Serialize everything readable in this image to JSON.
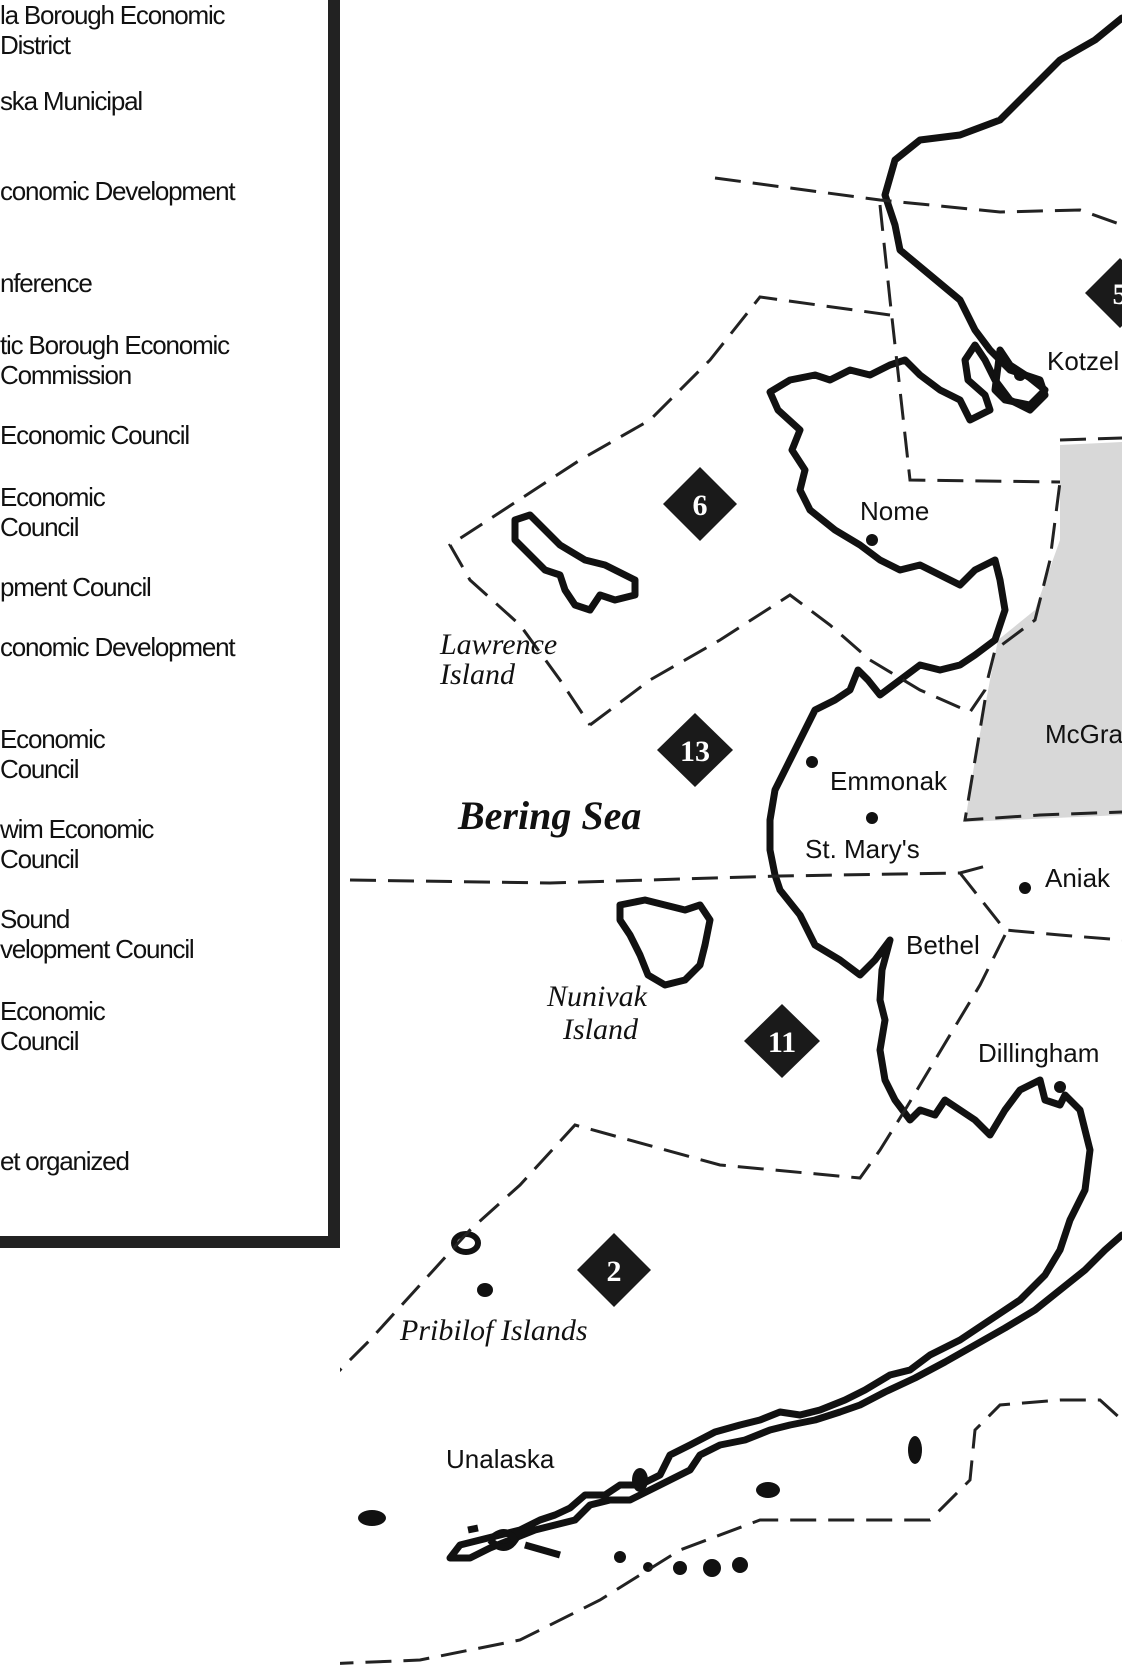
{
  "legend": {
    "items": [
      {
        "label": "la Borough Economic\n District"
      },
      {
        "label": "ska Municipal"
      },
      {
        "label": "conomic Development"
      },
      {
        "label": "nference"
      },
      {
        "label": "tic Borough Economic\n Commission"
      },
      {
        "label": "Economic Council"
      },
      {
        "label": " Economic\n Council"
      },
      {
        "label": "pment Council"
      },
      {
        "label": "conomic Development"
      },
      {
        "label": "Economic\n Council"
      },
      {
        "label": "wim Economic\n Council"
      },
      {
        "label": " Sound\nvelopment Council"
      },
      {
        "label": "Economic\n Council"
      },
      {
        "label": "et organized"
      }
    ]
  },
  "map": {
    "sea_label": "Bering Sea",
    "places": {
      "kotzebue": "Kotzel",
      "nome": "Nome",
      "mcgrath": "McGra",
      "emmonak": "Emmonak",
      "st_marys": "St. Mary's",
      "aniak": "Aniak",
      "bethel": "Bethel",
      "dillingham": "Dillingham",
      "unalaska": "Unalaska"
    },
    "islands": {
      "lawrence_line1": "Lawrence",
      "lawrence_line2": "Island",
      "nunivak_line1": "Nunivak",
      "nunivak_line2": "Island",
      "pribilof": "Pribilof Islands"
    },
    "regions": {
      "r5": "5",
      "r6": "6",
      "r13": "13",
      "r11": "11",
      "r2": "2"
    },
    "colors": {
      "coastline": "#111111",
      "boundary": "#222222",
      "badge": "#1a1a1a",
      "unorganized_fill": "#d8d8d8"
    }
  }
}
